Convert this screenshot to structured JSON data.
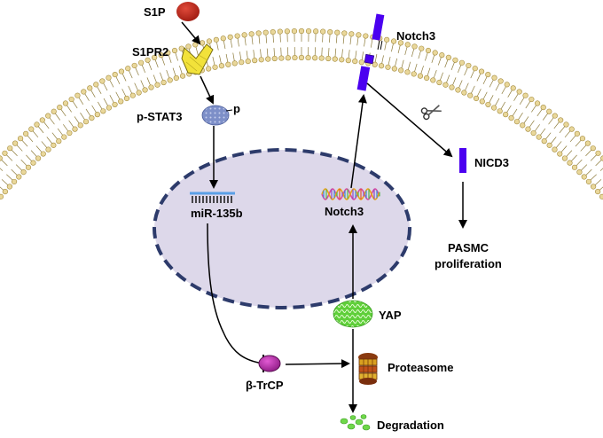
{
  "labels": {
    "s1p": "S1P",
    "s1pr2": "S1PR2",
    "p_stat3": "p-STAT3",
    "phospho": "p",
    "mir": "miR-135b",
    "notch3_nuclear": "Notch3",
    "notch3_membrane": "Notch3",
    "nicd3": "NICD3",
    "pasmc_line1": "PASMC",
    "pasmc_line2": "proliferation",
    "yap": "YAP",
    "btrcp": "β-TrCP",
    "proteasome": "Proteasome",
    "degradation": "Degradation"
  },
  "colors": {
    "s1p": "#c0281c",
    "receptor": "#f2e23a",
    "stat3": "#7d8fc8",
    "nucleus_fill": "#ddd8ea",
    "nucleus_border": "#2d3b6b",
    "notch_bar": "#4b00f0",
    "yap": "#5fcf3a",
    "btrcp": "#c62fb8",
    "membrane_head": "#e9d79a",
    "membrane_stroke": "#a38a3c",
    "mirna": "#5aa0e6"
  },
  "icons": [
    "scissors-icon",
    "proteasome-icon"
  ]
}
